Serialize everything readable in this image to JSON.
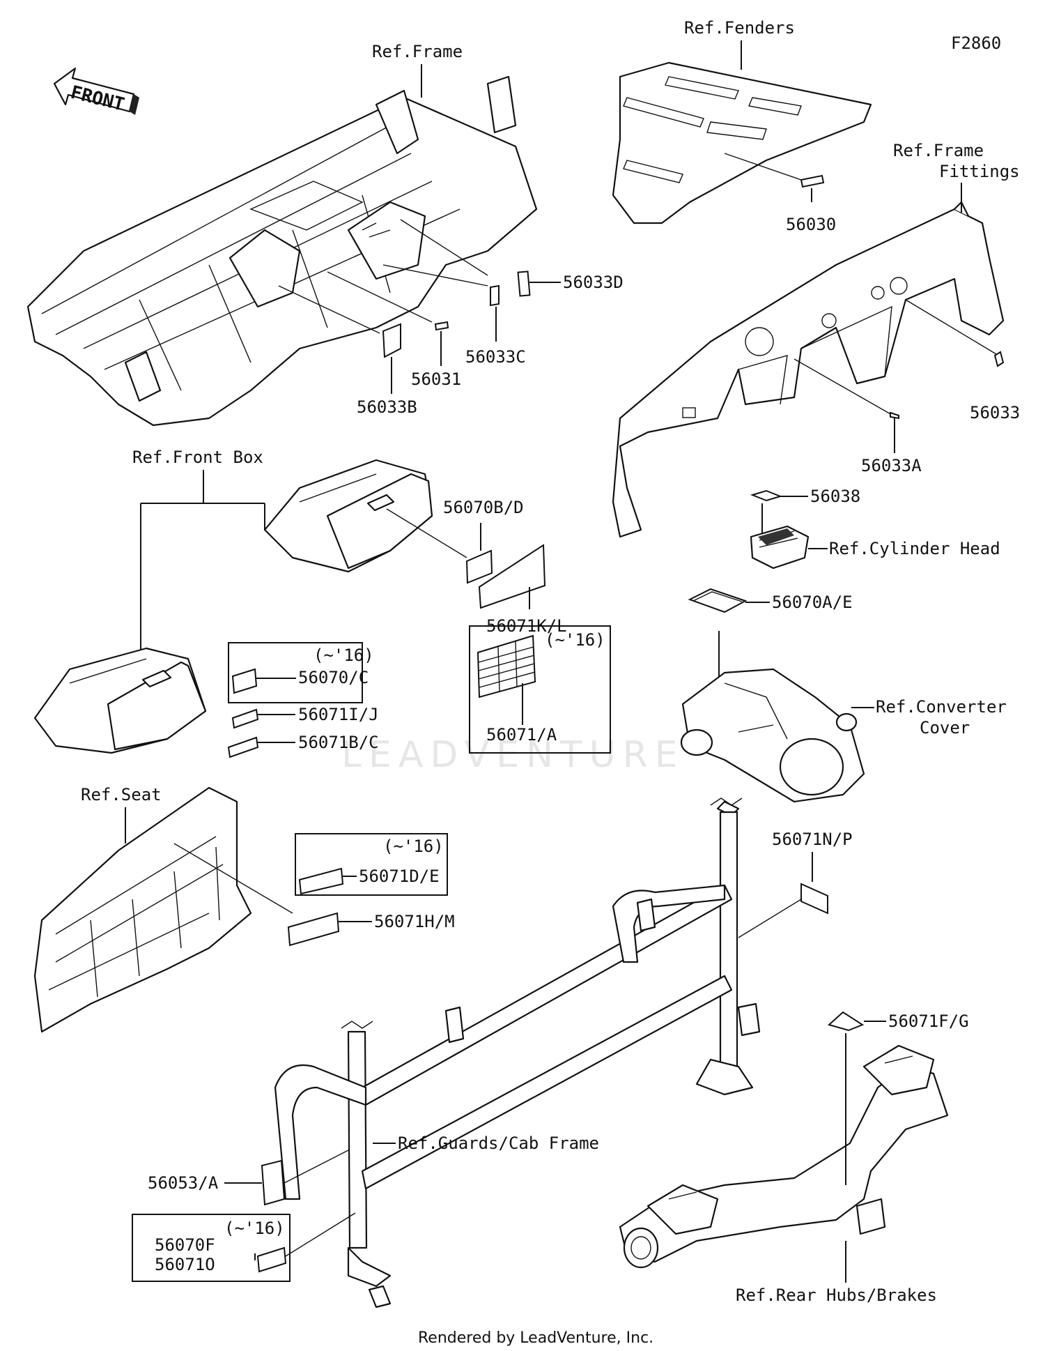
{
  "diagram_id": "F2860",
  "watermark": "LEADVENTURE",
  "footer": "Rendered by LeadVenture, Inc.",
  "front_arrow": "FRONT",
  "refs": {
    "frame": "Ref.Frame",
    "fenders": "Ref.Fenders",
    "frame_fittings_1": "Ref.Frame",
    "frame_fittings_2": "Fittings",
    "front_box": "Ref.Front Box",
    "cylinder_head": "Ref.Cylinder Head",
    "converter_cover_1": "Ref.Converter",
    "converter_cover_2": "Cover",
    "seat": "Ref.Seat",
    "guards_cab_frame": "Ref.Guards/Cab Frame",
    "rear_hubs_brakes": "Ref.Rear Hubs/Brakes"
  },
  "parts": {
    "p56033D": "56033D",
    "p56033C": "56033C",
    "p56031": "56031",
    "p56033B": "56033B",
    "p56030": "56030",
    "p56033": "56033",
    "p56033A": "56033A",
    "p56038": "56038",
    "p56070BD": "56070B/D",
    "p56071KL": "56071K/L",
    "p56070AE": "56070A/E",
    "p56070C": "56070/C",
    "p56071IJ": "56071I/J",
    "p56071BC": "56071B/C",
    "p56071A": "56071/A",
    "p56071DE": "56071D/E",
    "p56071HM": "56071H/M",
    "p56071NP": "56071N/P",
    "p56071FG": "56071F/G",
    "p56053A": "56053/A",
    "p56070F": "56070F",
    "p56071O": "56071O"
  },
  "notes": {
    "n1": "(~'16)",
    "n2": "(~'16)",
    "n3": "(~'16)",
    "n4": "(~'16)"
  }
}
